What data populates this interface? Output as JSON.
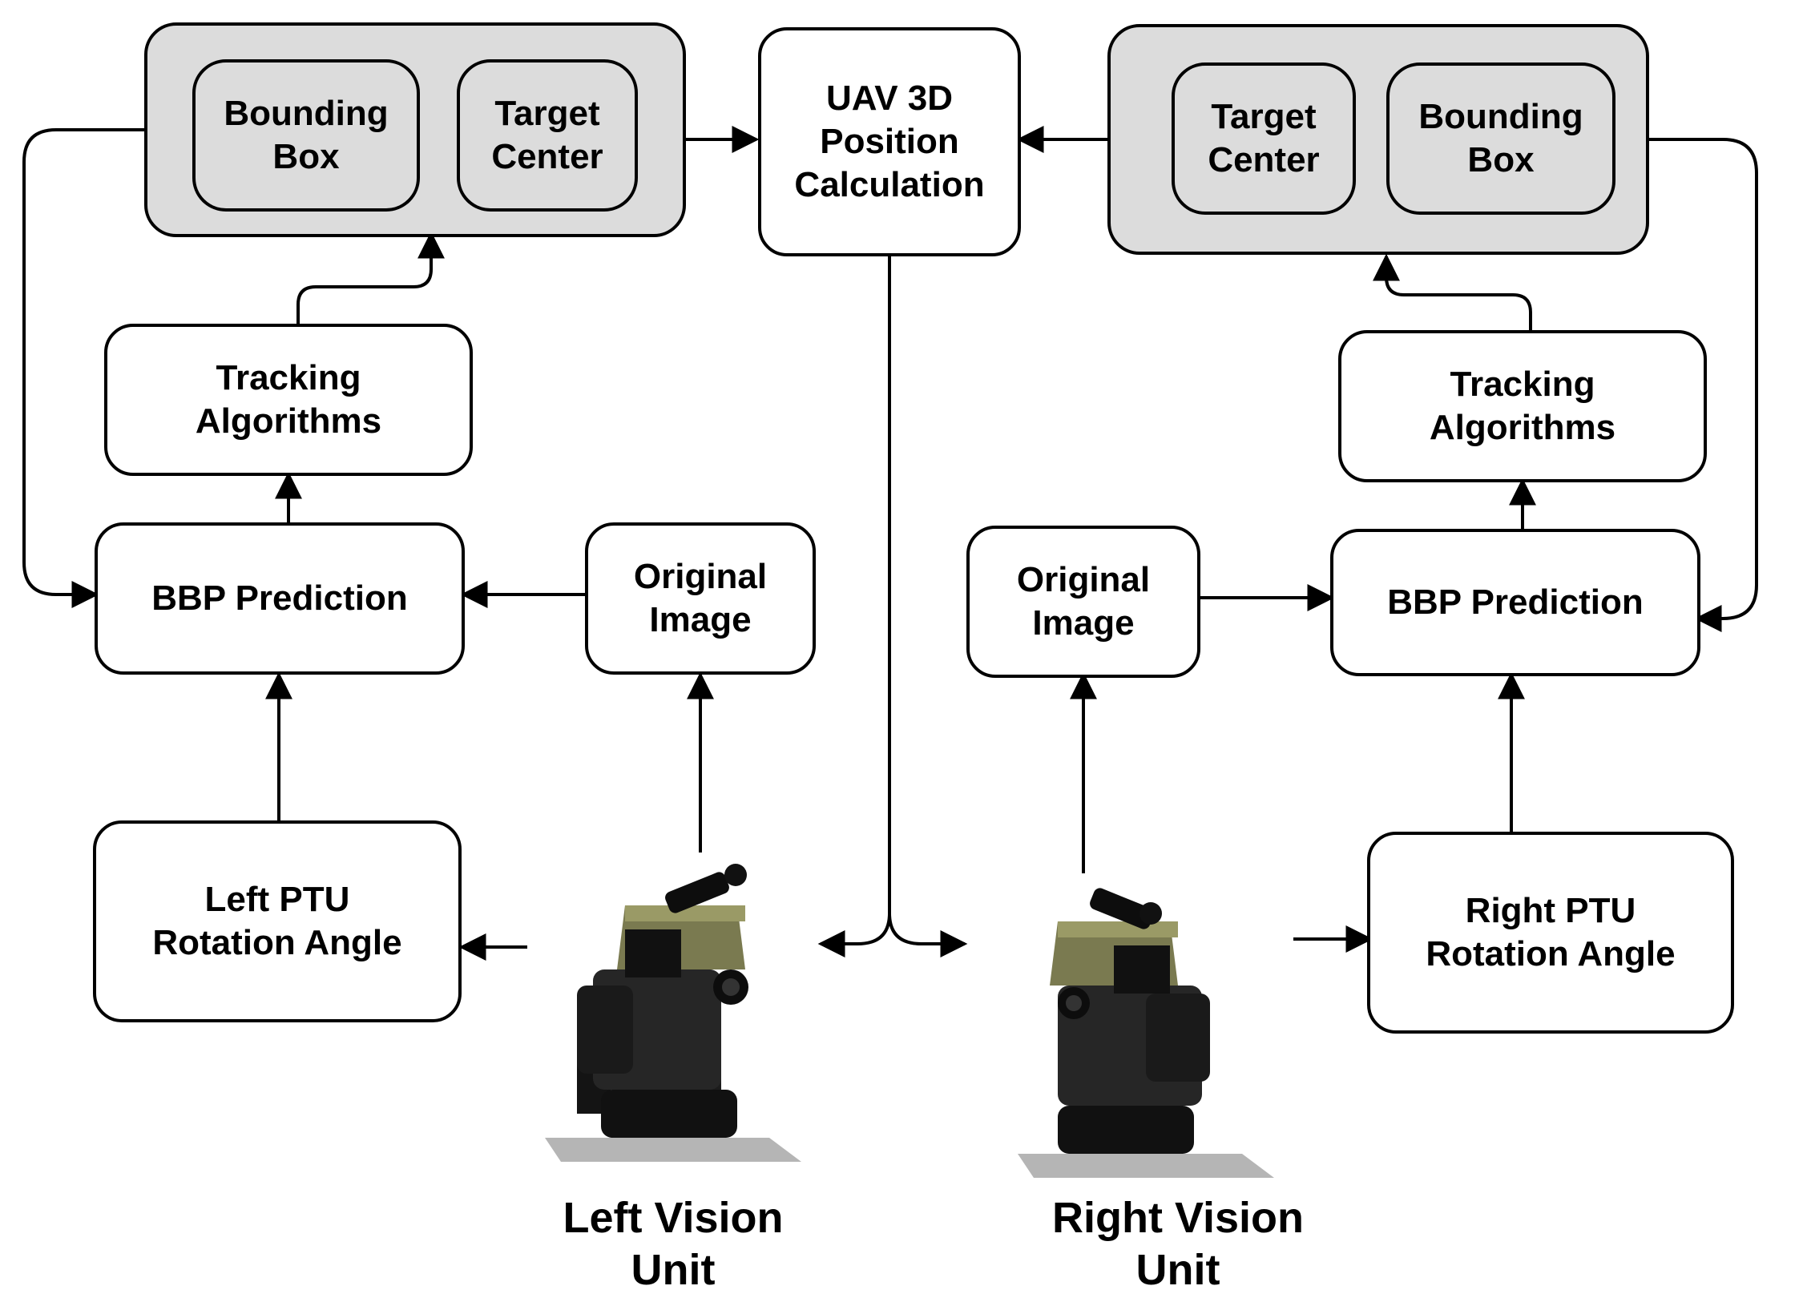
{
  "diagram": {
    "center": {
      "uav_position": "UAV 3D\nPosition\nCalculation"
    },
    "left": {
      "bounding_box": "Bounding\nBox",
      "target_center": "Target\nCenter",
      "tracking": "Tracking\nAlgorithms",
      "bbp": "BBP Prediction",
      "original_image": "Original\nImage",
      "ptu_angle": "Left PTU\nRotation Angle",
      "unit": "Left Vision\nUnit"
    },
    "right": {
      "target_center": "Target\nCenter",
      "bounding_box": "Bounding\nBox",
      "tracking": "Tracking\nAlgorithms",
      "bbp": "BBP Prediction",
      "original_image": "Original\nImage",
      "ptu_angle": "Right PTU\nRotation Angle",
      "unit": "Right Vision\nUnit"
    },
    "colors": {
      "group_fill": "#dcdcdc",
      "stroke": "#000000",
      "box_fill": "#ffffff"
    }
  }
}
